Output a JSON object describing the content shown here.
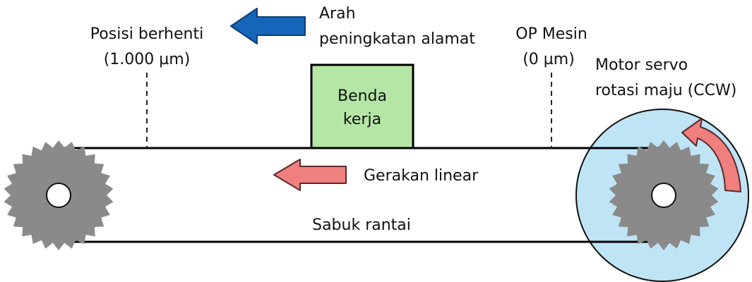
{
  "labels": {
    "stop_position_line1": "Posisi berhenti",
    "stop_position_line2": "(1.000 µm)",
    "direction_line1": "Arah",
    "direction_line2": "peningkatan alamat",
    "machine_op_line1": "OP Mesin",
    "machine_op_line2": "(0 µm)",
    "motor_line1": "Motor servo",
    "motor_line2": "rotasi maju (CCW)",
    "workpiece_line1": "Benda",
    "workpiece_line2": "kerja",
    "linear_motion": "Gerakan linear",
    "chain_belt": "Sabuk rantai"
  },
  "colors": {
    "direction_arrow": "#1565b8",
    "direction_arrow_outline": "#0d3d75",
    "motion_arrow": "#f07f7f",
    "motion_arrow_outline": "#5a2a2a",
    "workpiece_fill": "#b6e6a6",
    "motor_fill": "#bfe4f6",
    "gear_fill": "#8a8a8a",
    "belt": "#000000"
  },
  "icons": {
    "left_gear": "gear-icon",
    "right_gear": "gear-icon",
    "direction_arrow": "arrow-left-icon",
    "motion_arrow": "arrow-left-icon",
    "rotation_arrow": "curved-arrow-ccw-icon"
  }
}
